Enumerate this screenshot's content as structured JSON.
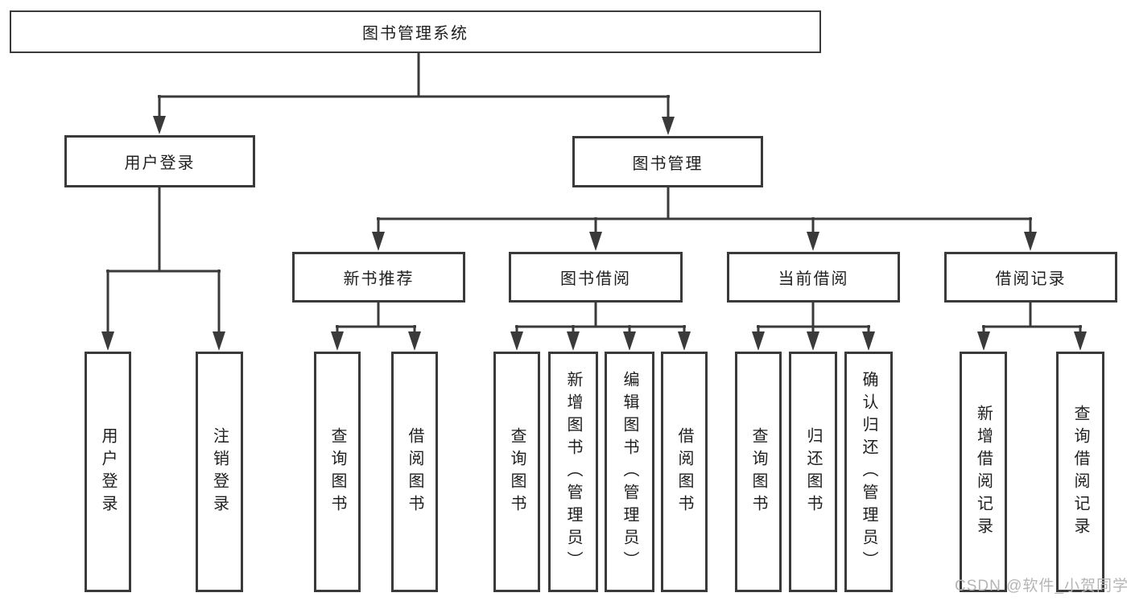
{
  "watermark": "CSDN @软件_小贺同学",
  "colors": {
    "line": "#3a3a3a",
    "text": "#1f1f1f",
    "watermark": "#b5b5b5",
    "background": "#ffffff"
  },
  "tree": {
    "label": "图书管理系统",
    "children": [
      {
        "label": "用户登录",
        "children": [
          {
            "label": "用户登录"
          },
          {
            "label": "注销登录"
          }
        ]
      },
      {
        "label": "图书管理",
        "children": [
          {
            "label": "新书推荐",
            "children": [
              {
                "label": "查询图书"
              },
              {
                "label": "借阅图书"
              }
            ]
          },
          {
            "label": "图书借阅",
            "children": [
              {
                "label": "查询图书"
              },
              {
                "label": "新增图书（管理员）"
              },
              {
                "label": "编辑图书（管理员）"
              },
              {
                "label": "借阅图书"
              }
            ]
          },
          {
            "label": "当前借阅",
            "children": [
              {
                "label": "查询图书"
              },
              {
                "label": "归还图书"
              },
              {
                "label": "确认归还（管理员）"
              }
            ]
          },
          {
            "label": "借阅记录",
            "children": [
              {
                "label": "新增借阅记录"
              },
              {
                "label": "查询借阅记录"
              }
            ]
          }
        ]
      }
    ]
  }
}
